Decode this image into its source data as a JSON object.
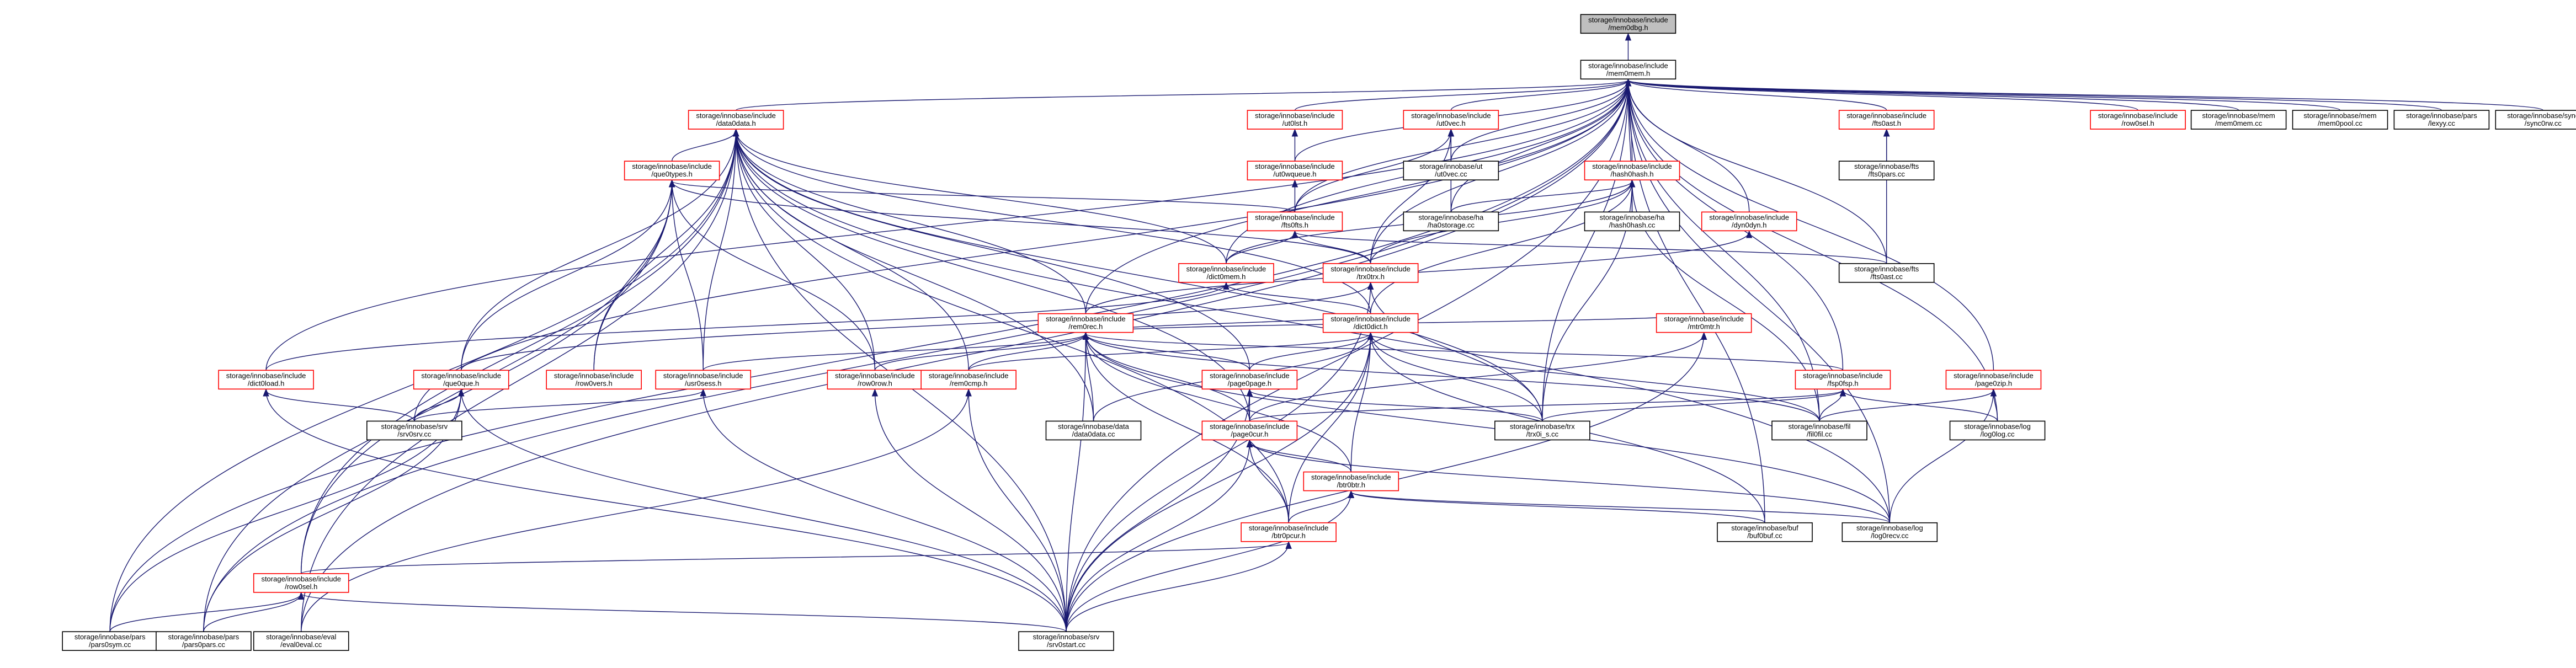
{
  "graph": {
    "nodes": [
      {
        "id": "mem0dbg_h",
        "line1": "storage/innobase/include",
        "line2": "/mem0dbg.h",
        "style": "root"
      },
      {
        "id": "mem0mem_h",
        "line1": "storage/innobase/include",
        "line2": "/mem0mem.h",
        "style": "plain"
      },
      {
        "id": "data0data_h",
        "line1": "storage/innobase/include",
        "line2": "/data0data.h",
        "style": "red"
      },
      {
        "id": "ut0lst_h",
        "line1": "storage/innobase/include",
        "line2": "/ut0lst.h",
        "style": "red"
      },
      {
        "id": "ut0vec_h",
        "line1": "storage/innobase/include",
        "line2": "/ut0vec.h",
        "style": "red"
      },
      {
        "id": "fts0ast_h",
        "line1": "storage/innobase/include",
        "line2": "/fts0ast.h",
        "style": "red"
      },
      {
        "id": "row0sel_h_top",
        "line1": "storage/innobase/include",
        "line2": "/row0sel.h",
        "style": "red"
      },
      {
        "id": "mem0mem_cc",
        "line1": "storage/innobase/mem",
        "line2": "/mem0mem.cc",
        "style": "plain"
      },
      {
        "id": "mem0pool_cc",
        "line1": "storage/innobase/mem",
        "line2": "/mem0pool.cc",
        "style": "plain"
      },
      {
        "id": "lexyy_cc",
        "line1": "storage/innobase/pars",
        "line2": "/lexyy.cc",
        "style": "plain"
      },
      {
        "id": "sync0rw_cc",
        "line1": "storage/innobase/sync",
        "line2": "/sync0rw.cc",
        "style": "plain"
      },
      {
        "id": "que0types_h",
        "line1": "storage/innobase/include",
        "line2": "/que0types.h",
        "style": "red"
      },
      {
        "id": "ut0wqueue_h",
        "line1": "storage/innobase/include",
        "line2": "/ut0wqueue.h",
        "style": "red"
      },
      {
        "id": "ut0vec_cc",
        "line1": "storage/innobase/ut",
        "line2": "/ut0vec.cc",
        "style": "plain"
      },
      {
        "id": "hash0hash_h",
        "line1": "storage/innobase/include",
        "line2": "/hash0hash.h",
        "style": "red"
      },
      {
        "id": "fts0pars_cc",
        "line1": "storage/innobase/fts",
        "line2": "/fts0pars.cc",
        "style": "plain"
      },
      {
        "id": "fts0fts_h",
        "line1": "storage/innobase/include",
        "line2": "/fts0fts.h",
        "style": "red"
      },
      {
        "id": "ha0storage_cc",
        "line1": "storage/innobase/ha",
        "line2": "/ha0storage.cc",
        "style": "plain"
      },
      {
        "id": "hash0hash_cc",
        "line1": "storage/innobase/ha",
        "line2": "/hash0hash.cc",
        "style": "plain"
      },
      {
        "id": "dyn0dyn_h",
        "line1": "storage/innobase/include",
        "line2": "/dyn0dyn.h",
        "style": "red"
      },
      {
        "id": "dict0mem_h",
        "line1": "storage/innobase/include",
        "line2": "/dict0mem.h",
        "style": "red"
      },
      {
        "id": "trx0trx_h",
        "line1": "storage/innobase/include",
        "line2": "/trx0trx.h",
        "style": "red"
      },
      {
        "id": "fts0ast_cc",
        "line1": "storage/innobase/fts",
        "line2": "/fts0ast.cc",
        "style": "plain"
      },
      {
        "id": "rem0rec_h",
        "line1": "storage/innobase/include",
        "line2": "/rem0rec.h",
        "style": "red"
      },
      {
        "id": "dict0dict_h",
        "line1": "storage/innobase/include",
        "line2": "/dict0dict.h",
        "style": "red"
      },
      {
        "id": "mtr0mtr_h",
        "line1": "storage/innobase/include",
        "line2": "/mtr0mtr.h",
        "style": "red"
      },
      {
        "id": "dict0load_h",
        "line1": "storage/innobase/include",
        "line2": "/dict0load.h",
        "style": "red"
      },
      {
        "id": "que0que_h",
        "line1": "storage/innobase/include",
        "line2": "/que0que.h",
        "style": "red"
      },
      {
        "id": "row0vers_h",
        "line1": "storage/innobase/include",
        "line2": "/row0vers.h",
        "style": "red"
      },
      {
        "id": "usr0sess_h",
        "line1": "storage/innobase/include",
        "line2": "/usr0sess.h",
        "style": "red"
      },
      {
        "id": "row0row_h",
        "line1": "storage/innobase/include",
        "line2": "/row0row.h",
        "style": "red"
      },
      {
        "id": "rem0cmp_h",
        "line1": "storage/innobase/include",
        "line2": "/rem0cmp.h",
        "style": "red"
      },
      {
        "id": "page0page_h",
        "line1": "storage/innobase/include",
        "line2": "/page0page.h",
        "style": "red"
      },
      {
        "id": "fsp0fsp_h",
        "line1": "storage/innobase/include",
        "line2": "/fsp0fsp.h",
        "style": "red"
      },
      {
        "id": "page0zip_h",
        "line1": "storage/innobase/include",
        "line2": "/page0zip.h",
        "style": "red"
      },
      {
        "id": "srv0srv_cc",
        "line1": "storage/innobase/srv",
        "line2": "/srv0srv.cc",
        "style": "plain"
      },
      {
        "id": "data0data_cc",
        "line1": "storage/innobase/data",
        "line2": "/data0data.cc",
        "style": "plain"
      },
      {
        "id": "page0cur_h",
        "line1": "storage/innobase/include",
        "line2": "/page0cur.h",
        "style": "red"
      },
      {
        "id": "fil0fil_cc",
        "line1": "storage/innobase/fil",
        "line2": "/fil0fil.cc",
        "style": "plain"
      },
      {
        "id": "trx0i_s_cc",
        "line1": "storage/innobase/trx",
        "line2": "/trx0i_s.cc",
        "style": "plain"
      },
      {
        "id": "log0log_cc",
        "line1": "storage/innobase/log",
        "line2": "/log0log.cc",
        "style": "plain"
      },
      {
        "id": "btr0btr_h",
        "line1": "storage/innobase/include",
        "line2": "/btr0btr.h",
        "style": "red"
      },
      {
        "id": "btr0pcur_h",
        "line1": "storage/innobase/include",
        "line2": "/btr0pcur.h",
        "style": "red"
      },
      {
        "id": "buf0buf_cc",
        "line1": "storage/innobase/buf",
        "line2": "/buf0buf.cc",
        "style": "plain"
      },
      {
        "id": "log0recv_cc",
        "line1": "storage/innobase/log",
        "line2": "/log0recv.cc",
        "style": "plain"
      },
      {
        "id": "row0sel_h",
        "line1": "storage/innobase/include",
        "line2": "/row0sel.h",
        "style": "red"
      },
      {
        "id": "pars0sym_cc",
        "line1": "storage/innobase/pars",
        "line2": "/pars0sym.cc",
        "style": "plain"
      },
      {
        "id": "pars0pars_cc",
        "line1": "storage/innobase/pars",
        "line2": "/pars0pars.cc",
        "style": "plain"
      },
      {
        "id": "eval0eval_cc",
        "line1": "storage/innobase/eval",
        "line2": "/eval0eval.cc",
        "style": "plain"
      },
      {
        "id": "srv0start_cc",
        "line1": "storage/innobase/srv",
        "line2": "/srv0start.cc",
        "style": "plain"
      }
    ],
    "edges": [
      [
        "mem0mem_h",
        "mem0dbg_h"
      ],
      [
        "data0data_h",
        "mem0mem_h"
      ],
      [
        "ut0lst_h",
        "mem0mem_h"
      ],
      [
        "ut0vec_h",
        "mem0mem_h"
      ],
      [
        "hash0hash_h",
        "mem0mem_h"
      ],
      [
        "fts0ast_h",
        "mem0mem_h"
      ],
      [
        "row0sel_h_top",
        "mem0mem_h"
      ],
      [
        "mem0mem_cc",
        "mem0mem_h"
      ],
      [
        "mem0pool_cc",
        "mem0mem_h"
      ],
      [
        "lexyy_cc",
        "mem0mem_h"
      ],
      [
        "sync0rw_cc",
        "mem0mem_h"
      ],
      [
        "dyn0dyn_h",
        "mem0mem_h"
      ],
      [
        "ha0storage_cc",
        "mem0mem_h"
      ],
      [
        "hash0hash_cc",
        "mem0mem_h"
      ],
      [
        "fts0fts_h",
        "mem0mem_h"
      ],
      [
        "dict0mem_h",
        "mem0mem_h"
      ],
      [
        "rem0rec_h",
        "mem0mem_h"
      ],
      [
        "page0zip_h",
        "mem0mem_h"
      ],
      [
        "fsp0fsp_h",
        "mem0mem_h"
      ],
      [
        "fts0ast_cc",
        "mem0mem_h"
      ],
      [
        "ut0vec_cc",
        "mem0mem_h"
      ],
      [
        "pars0sym_cc",
        "mem0mem_h"
      ],
      [
        "pars0pars_cc",
        "mem0mem_h"
      ],
      [
        "srv0srv_cc",
        "mem0mem_h"
      ],
      [
        "dict0load_h",
        "mem0mem_h"
      ],
      [
        "fil0fil_cc",
        "mem0mem_h"
      ],
      [
        "log0log_cc",
        "mem0mem_h"
      ],
      [
        "log0recv_cc",
        "mem0mem_h"
      ],
      [
        "buf0buf_cc",
        "mem0mem_h"
      ],
      [
        "trx0i_s_cc",
        "mem0mem_h"
      ],
      [
        "ut0wqueue_h",
        "mem0mem_h"
      ],
      [
        "eval0eval_cc",
        "mem0mem_h"
      ],
      [
        "srv0start_cc",
        "mem0mem_h"
      ],
      [
        "trx0trx_h",
        "mem0mem_h"
      ],
      [
        "ut0wqueue_h",
        "ut0lst_h"
      ],
      [
        "fts0fts_h",
        "ut0wqueue_h"
      ],
      [
        "fts0fts_h",
        "ut0vec_h"
      ],
      [
        "ut0vec_cc",
        "ut0vec_h"
      ],
      [
        "ha0storage_cc",
        "ut0vec_h"
      ],
      [
        "trx0trx_h",
        "ut0vec_h"
      ],
      [
        "fts0pars_cc",
        "fts0ast_h"
      ],
      [
        "fts0ast_cc",
        "fts0ast_h"
      ],
      [
        "que0types_h",
        "data0data_h"
      ],
      [
        "dict0mem_h",
        "data0data_h"
      ],
      [
        "rem0rec_h",
        "data0data_h"
      ],
      [
        "dict0dict_h",
        "data0data_h"
      ],
      [
        "que0que_h",
        "data0data_h"
      ],
      [
        "row0vers_h",
        "data0data_h"
      ],
      [
        "usr0sess_h",
        "data0data_h"
      ],
      [
        "row0row_h",
        "data0data_h"
      ],
      [
        "rem0cmp_h",
        "data0data_h"
      ],
      [
        "page0page_h",
        "data0data_h"
      ],
      [
        "page0cur_h",
        "data0data_h"
      ],
      [
        "btr0pcur_h",
        "data0data_h"
      ],
      [
        "row0sel_h",
        "data0data_h"
      ],
      [
        "data0data_cc",
        "data0data_h"
      ],
      [
        "srv0start_cc",
        "data0data_h"
      ],
      [
        "pars0sym_cc",
        "data0data_h"
      ],
      [
        "eval0eval_cc",
        "data0data_h"
      ],
      [
        "trx0i_s_cc",
        "data0data_h"
      ],
      [
        "log0recv_cc",
        "data0data_h"
      ],
      [
        "fts0fts_h",
        "que0types_h"
      ],
      [
        "que0que_h",
        "que0types_h"
      ],
      [
        "usr0sess_h",
        "que0types_h"
      ],
      [
        "row0vers_h",
        "que0types_h"
      ],
      [
        "row0row_h",
        "que0types_h"
      ],
      [
        "trx0trx_h",
        "que0types_h"
      ],
      [
        "row0sel_h",
        "que0types_h"
      ],
      [
        "pars0pars_cc",
        "que0types_h"
      ],
      [
        "dict0mem_h",
        "hash0hash_h"
      ],
      [
        "trx0trx_h",
        "hash0hash_h"
      ],
      [
        "ha0storage_cc",
        "hash0hash_h"
      ],
      [
        "hash0hash_cc",
        "hash0hash_h"
      ],
      [
        "fil0fil_cc",
        "hash0hash_h"
      ],
      [
        "dict0dict_h",
        "hash0hash_h"
      ],
      [
        "trx0i_s_cc",
        "hash0hash_h"
      ],
      [
        "dict0mem_h",
        "fts0fts_h"
      ],
      [
        "trx0trx_h",
        "fts0fts_h"
      ],
      [
        "fts0ast_cc",
        "fts0fts_h"
      ],
      [
        "rem0rec_h",
        "dyn0dyn_h"
      ],
      [
        "dict0dict_h",
        "dict0mem_h"
      ],
      [
        "dict0load_h",
        "dict0mem_h"
      ],
      [
        "que0que_h",
        "trx0trx_h"
      ],
      [
        "trx0i_s_cc",
        "trx0trx_h"
      ],
      [
        "srv0start_cc",
        "trx0trx_h"
      ],
      [
        "dict0dict_h",
        "rem0rec_h"
      ],
      [
        "page0page_h",
        "rem0rec_h"
      ],
      [
        "mtr0mtr_h",
        "rem0rec_h"
      ],
      [
        "page0cur_h",
        "rem0rec_h"
      ],
      [
        "btr0btr_h",
        "rem0rec_h"
      ],
      [
        "fsp0fsp_h",
        "rem0rec_h"
      ],
      [
        "fil0fil_cc",
        "rem0rec_h"
      ],
      [
        "log0recv_cc",
        "rem0rec_h"
      ],
      [
        "btr0pcur_h",
        "rem0rec_h"
      ],
      [
        "srv0start_cc",
        "rem0rec_h"
      ],
      [
        "row0row_h",
        "rem0rec_h"
      ],
      [
        "rem0cmp_h",
        "rem0rec_h"
      ],
      [
        "usr0sess_h",
        "rem0rec_h"
      ],
      [
        "data0data_cc",
        "rem0rec_h"
      ],
      [
        "page0cur_h",
        "mtr0mtr_h"
      ],
      [
        "srv0start_cc",
        "mtr0mtr_h"
      ],
      [
        "page0page_h",
        "dict0dict_h"
      ],
      [
        "trx0i_s_cc",
        "dict0dict_h"
      ],
      [
        "rem0cmp_h",
        "dict0dict_h"
      ],
      [
        "btr0btr_h",
        "dict0dict_h"
      ],
      [
        "btr0pcur_h",
        "dict0dict_h"
      ],
      [
        "data0data_cc",
        "dict0dict_h"
      ],
      [
        "buf0buf_cc",
        "dict0dict_h"
      ],
      [
        "srv0start_cc",
        "dict0dict_h"
      ],
      [
        "fil0fil_cc",
        "dict0dict_h"
      ],
      [
        "page0cur_h",
        "page0page_h"
      ],
      [
        "trx0i_s_cc",
        "page0page_h"
      ],
      [
        "srv0start_cc",
        "page0page_h"
      ],
      [
        "page0cur_h",
        "fsp0fsp_h"
      ],
      [
        "fil0fil_cc",
        "fsp0fsp_h"
      ],
      [
        "log0log_cc",
        "fsp0fsp_h"
      ],
      [
        "trx0i_s_cc",
        "fsp0fsp_h"
      ],
      [
        "fil0fil_cc",
        "page0zip_h"
      ],
      [
        "log0log_cc",
        "page0zip_h"
      ],
      [
        "log0recv_cc",
        "page0zip_h"
      ],
      [
        "btr0btr_h",
        "page0cur_h"
      ],
      [
        "btr0pcur_h",
        "page0cur_h"
      ],
      [
        "log0recv_cc",
        "page0cur_h"
      ],
      [
        "srv0start_cc",
        "page0cur_h"
      ],
      [
        "btr0pcur_h",
        "btr0btr_h"
      ],
      [
        "buf0buf_cc",
        "btr0btr_h"
      ],
      [
        "log0recv_cc",
        "btr0btr_h"
      ],
      [
        "srv0start_cc",
        "btr0btr_h"
      ],
      [
        "row0sel_h",
        "btr0pcur_h"
      ],
      [
        "srv0start_cc",
        "btr0pcur_h"
      ],
      [
        "srv0srv_cc",
        "que0que_h"
      ],
      [
        "pars0sym_cc",
        "que0que_h"
      ],
      [
        "pars0pars_cc",
        "que0que_h"
      ],
      [
        "srv0start_cc",
        "que0que_h"
      ],
      [
        "eval0eval_cc",
        "rem0cmp_h"
      ],
      [
        "srv0start_cc",
        "rem0cmp_h"
      ],
      [
        "srv0srv_cc",
        "usr0sess_h"
      ],
      [
        "srv0start_cc",
        "usr0sess_h"
      ],
      [
        "srv0start_cc",
        "row0row_h"
      ],
      [
        "srv0start_cc",
        "dict0load_h"
      ],
      [
        "srv0srv_cc",
        "dict0load_h"
      ],
      [
        "pars0sym_cc",
        "row0sel_h"
      ],
      [
        "pars0pars_cc",
        "row0sel_h"
      ],
      [
        "srv0start_cc",
        "row0sel_h"
      ]
    ]
  }
}
